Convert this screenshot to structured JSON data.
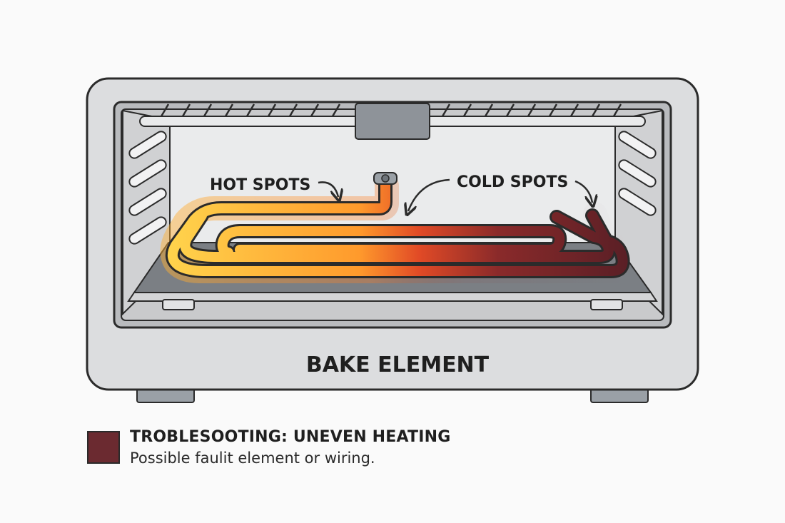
{
  "labels": {
    "hot_spots": "HOT SPOTS",
    "cold_spots": "COLD SPOTS",
    "element_title": "BAKE ELEMENT"
  },
  "legend": {
    "title": "TROBLESOOTING: UNEVEN HEATING",
    "description": "Possible faulit element or wiring.",
    "swatch_color": "#6b2a30"
  },
  "colors": {
    "oven_body": "#dcdddf",
    "oven_outline": "#2b2b2b",
    "cavity": "#eaebec",
    "cavity_side": "#c9cacc",
    "element_hot": "#ffd24a",
    "element_warm": "#f0642a",
    "element_cold": "#5e2127",
    "feet": "#9aa0a6"
  },
  "icons": {
    "legend_swatch": "color-swatch-icon"
  }
}
